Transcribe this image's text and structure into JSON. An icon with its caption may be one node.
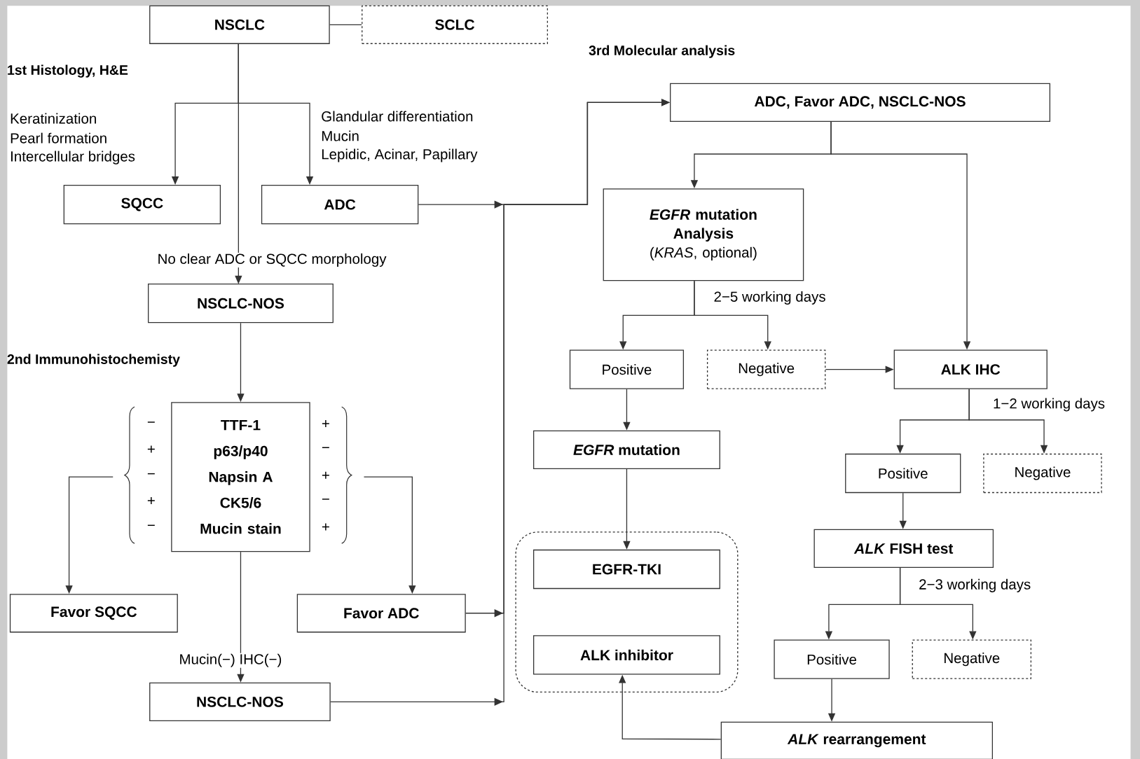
{
  "diagram": {
    "nodes": [
      {
        "text": [
          "NSCLC"
        ]
      },
      {
        "text": [
          "SCLC"
        ]
      },
      {
        "text": [
          "SQCC"
        ]
      },
      {
        "text": [
          "ADC"
        ]
      },
      {
        "text": [
          "NSCLC-NOS"
        ]
      },
      {
        "text": [
          "TTF-1",
          "p63/p40",
          "Napsin A",
          "CK5/6",
          "Mucin stain"
        ]
      },
      {
        "text": [
          "Favor SQCC"
        ]
      },
      {
        "text": [
          "Favor ADC"
        ]
      },
      {
        "text": [
          "NSCLC-NOS"
        ]
      },
      {
        "text": [
          "ADC, Favor ADC, NSCLC-NOS"
        ]
      },
      {
        "text": [
          "*EGFR* mutation Analysis",
          "(*KRAS*, optional)"
        ],
        "beside": [
          "2−5 working days"
        ]
      },
      {
        "text": [
          "Positive"
        ]
      },
      {
        "text": [
          "Negative"
        ]
      },
      {
        "text": [
          "ALK IHC"
        ],
        "beside": [
          "1−2 working days"
        ]
      },
      {
        "text": [
          "*EGFR* mutation"
        ]
      },
      {
        "text": [],
        "shape": "box"
      },
      {
        "text": [
          "EGFR-TKI"
        ],
        "in": 15
      },
      {
        "text": [
          "ALK inhibitor"
        ],
        "in": 15
      },
      {
        "text": [
          "Positive"
        ]
      },
      {
        "text": [
          "Negative"
        ]
      },
      {
        "text": [
          "*ALK* FISH test"
        ],
        "beside": [
          "2−3 working days"
        ]
      },
      {
        "text": [
          "Positive"
        ]
      },
      {
        "text": [
          "Negative"
        ]
      },
      {
        "text": [
          "*ALK* rearrangement"
        ]
      }
    ],
    "edges": [
      {
        "from": 0,
        "to": 1,
        "arrow": "none"
      },
      {
        "from": 0,
        "to": 2,
        "arrow": "to"
      },
      {
        "from": 0,
        "to": 3,
        "arrow": "to"
      },
      {
        "from": 0,
        "to": 4,
        "arrow": "to",
        "label": "No clear ADC or SQCC morphology"
      },
      {
        "from": 4,
        "to": 5,
        "arrow": "to"
      },
      {
        "from": 5,
        "to": 6,
        "arrow": "to"
      },
      {
        "from": 5,
        "to": 7,
        "arrow": "to"
      },
      {
        "from": 5,
        "to": 8,
        "arrow": "to",
        "label": "Mucin(−) IHC(−)"
      },
      {
        "from": 3,
        "to": 9,
        "arrow": "to"
      },
      {
        "from": 7,
        "to": 9,
        "arrow": "to"
      },
      {
        "from": 8,
        "to": 9,
        "arrow": "to"
      },
      {
        "from": 9,
        "to": 10,
        "arrow": "to"
      },
      {
        "from": 9,
        "to": 13,
        "arrow": "to"
      },
      {
        "from": 10,
        "to": 11,
        "arrow": "to"
      },
      {
        "from": 10,
        "to": 12,
        "arrow": "to"
      },
      {
        "from": 12,
        "to": 13,
        "arrow": "to"
      },
      {
        "from": 11,
        "to": 14,
        "arrow": "to"
      },
      {
        "from": 14,
        "to": 16,
        "arrow": "to"
      },
      {
        "from": 13,
        "to": 18,
        "arrow": "to"
      },
      {
        "from": 13,
        "to": 19,
        "arrow": "to"
      },
      {
        "from": 18,
        "to": 20,
        "arrow": "to"
      },
      {
        "from": 20,
        "to": 21,
        "arrow": "to"
      },
      {
        "from": 20,
        "to": 22,
        "arrow": "to"
      },
      {
        "from": 21,
        "to": 23,
        "arrow": "to"
      },
      {
        "from": 23,
        "to": 17,
        "arrow": "to"
      }
    ],
    "labels": [
      "1st Histology, H&E",
      "3rd Molecular analysis",
      "Keratinization",
      "Pearl formation",
      "Intercellular bridges",
      "Glandular differentiation",
      "Mucin",
      "Lepidic, Acinar, Papillary",
      "2nd Immunohistochemisty",
      "−",
      "+",
      "+",
      "−",
      "−",
      "+",
      "+",
      "−",
      "−",
      "+"
    ]
  }
}
